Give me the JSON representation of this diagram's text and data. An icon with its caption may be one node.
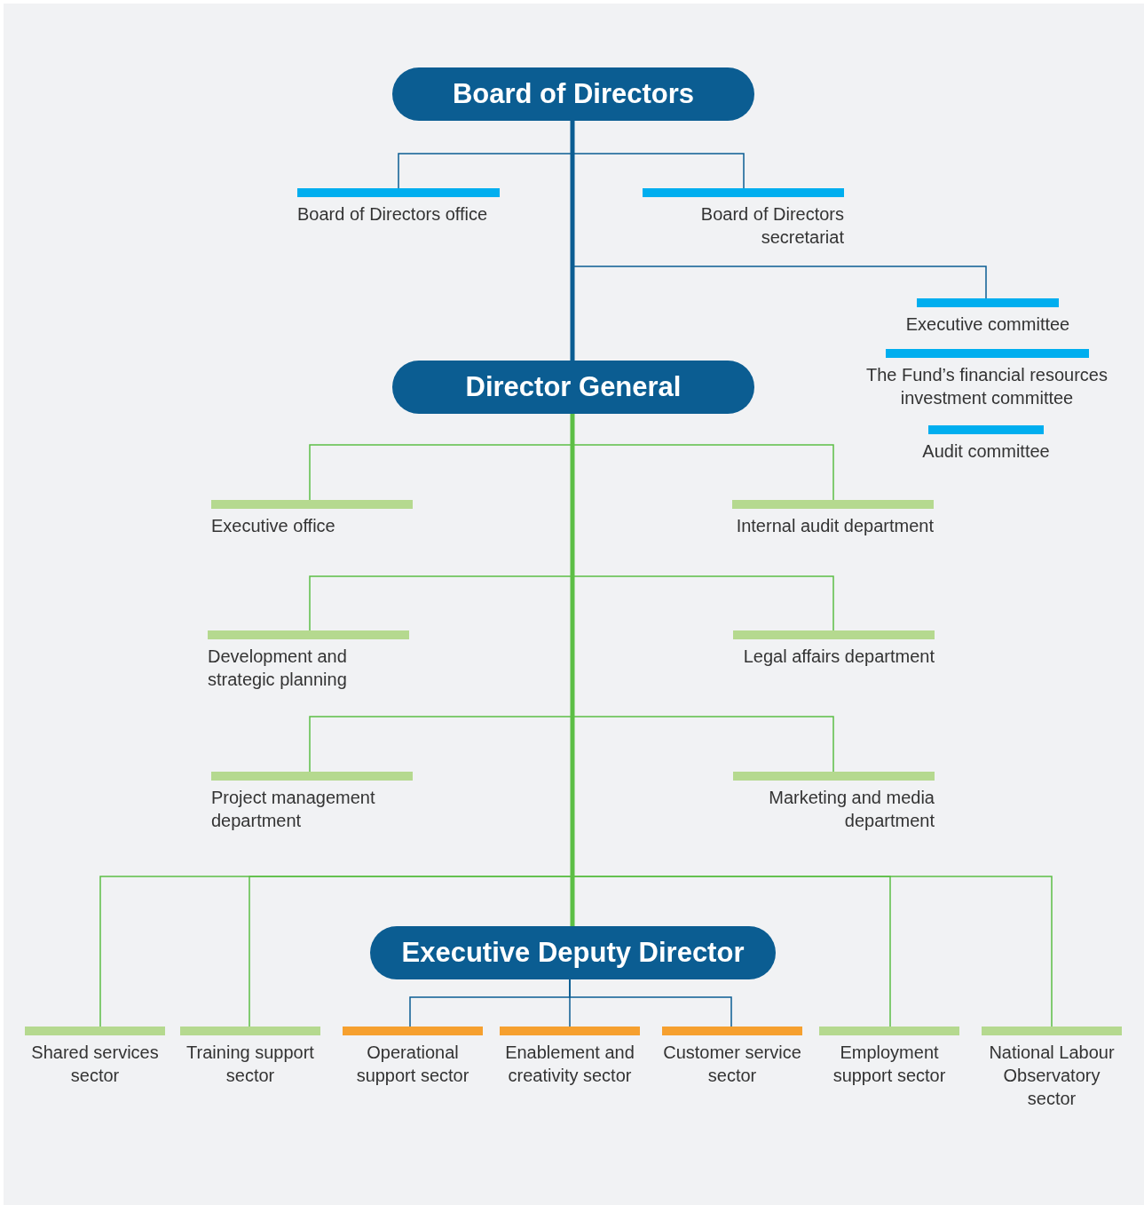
{
  "diagram": {
    "nodes": [
      {
        "text": [
          "Board of Directors"
        ]
      },
      {
        "text": [
          "Board of Directors office"
        ]
      },
      {
        "text": [
          "Board of Directors secretariat"
        ]
      },
      {
        "text": [
          "Executive committee"
        ]
      },
      {
        "text": [
          "The Fund’s financial resources investment committee"
        ]
      },
      {
        "text": [
          "Audit committee"
        ]
      },
      {
        "text": [
          "Director General"
        ]
      },
      {
        "text": [
          "Executive office"
        ]
      },
      {
        "text": [
          "Internal audit department"
        ]
      },
      {
        "text": [
          "Development and strategic planning"
        ]
      },
      {
        "text": [
          "Legal affairs department"
        ]
      },
      {
        "text": [
          "Project management department"
        ]
      },
      {
        "text": [
          "Marketing and media department"
        ]
      },
      {
        "text": [
          "Executive Deputy Director"
        ]
      },
      {
        "text": [
          "Shared services sector"
        ]
      },
      {
        "text": [
          "Training support sector"
        ]
      },
      {
        "text": [
          "Operational support sector"
        ]
      },
      {
        "text": [
          "Enablement and creativity sector"
        ]
      },
      {
        "text": [
          "Customer service sector"
        ]
      },
      {
        "text": [
          "Employment support sector"
        ]
      },
      {
        "text": [
          "National Labour Observatory sector"
        ]
      }
    ],
    "edges": [
      {
        "from": 0,
        "to": 1,
        "arrow": "none",
        "color": "#0b5d92"
      },
      {
        "from": 0,
        "to": 2,
        "arrow": "none",
        "color": "#0b5d92"
      },
      {
        "from": 0,
        "to": 3,
        "arrow": "none",
        "color": "#0b5d92"
      },
      {
        "from": 0,
        "to": 6,
        "arrow": "none",
        "style": "thick",
        "color": "#0b5d92"
      },
      {
        "from": 6,
        "to": 7,
        "arrow": "none"
      },
      {
        "from": 6,
        "to": 8,
        "arrow": "none"
      },
      {
        "from": 6,
        "to": 9,
        "arrow": "none"
      },
      {
        "from": 6,
        "to": 10,
        "arrow": "none"
      },
      {
        "from": 6,
        "to": 11,
        "arrow": "none"
      },
      {
        "from": 6,
        "to": 12,
        "arrow": "none"
      },
      {
        "from": 6,
        "to": 13,
        "arrow": "none",
        "style": "thick"
      },
      {
        "from": 6,
        "to": 14,
        "arrow": "none"
      },
      {
        "from": 6,
        "to": 15,
        "arrow": "none"
      },
      {
        "from": 6,
        "to": 19,
        "arrow": "none"
      },
      {
        "from": 6,
        "to": 20,
        "arrow": "none"
      },
      {
        "from": 13,
        "to": 16,
        "arrow": "none",
        "color": "#0b5d92"
      },
      {
        "from": 13,
        "to": 17,
        "arrow": "none",
        "color": "#0b5d92"
      },
      {
        "from": 13,
        "to": 18,
        "arrow": "none",
        "color": "#0b5d92"
      }
    ]
  }
}
